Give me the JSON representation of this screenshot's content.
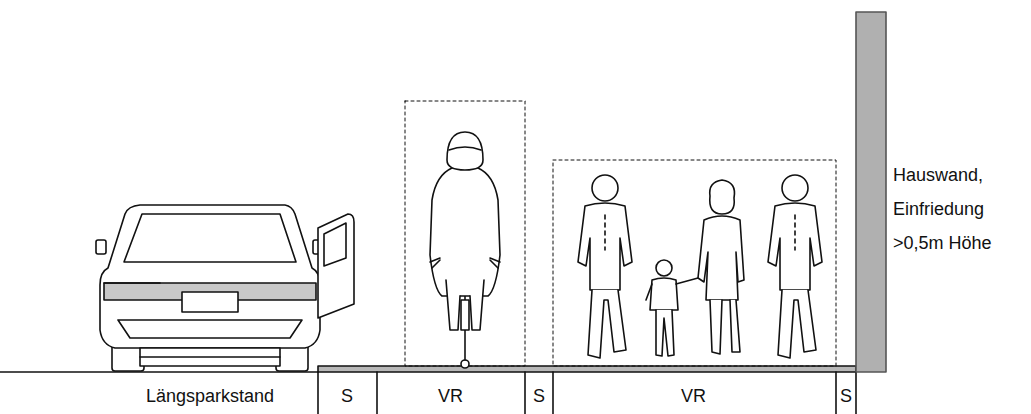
{
  "diagram": {
    "labels": [
      "Längsparkstand",
      "S",
      "VR",
      "S",
      "VR",
      "S",
      "Hauswand, Einfriedung >0,5m Höhe"
    ]
  }
}
